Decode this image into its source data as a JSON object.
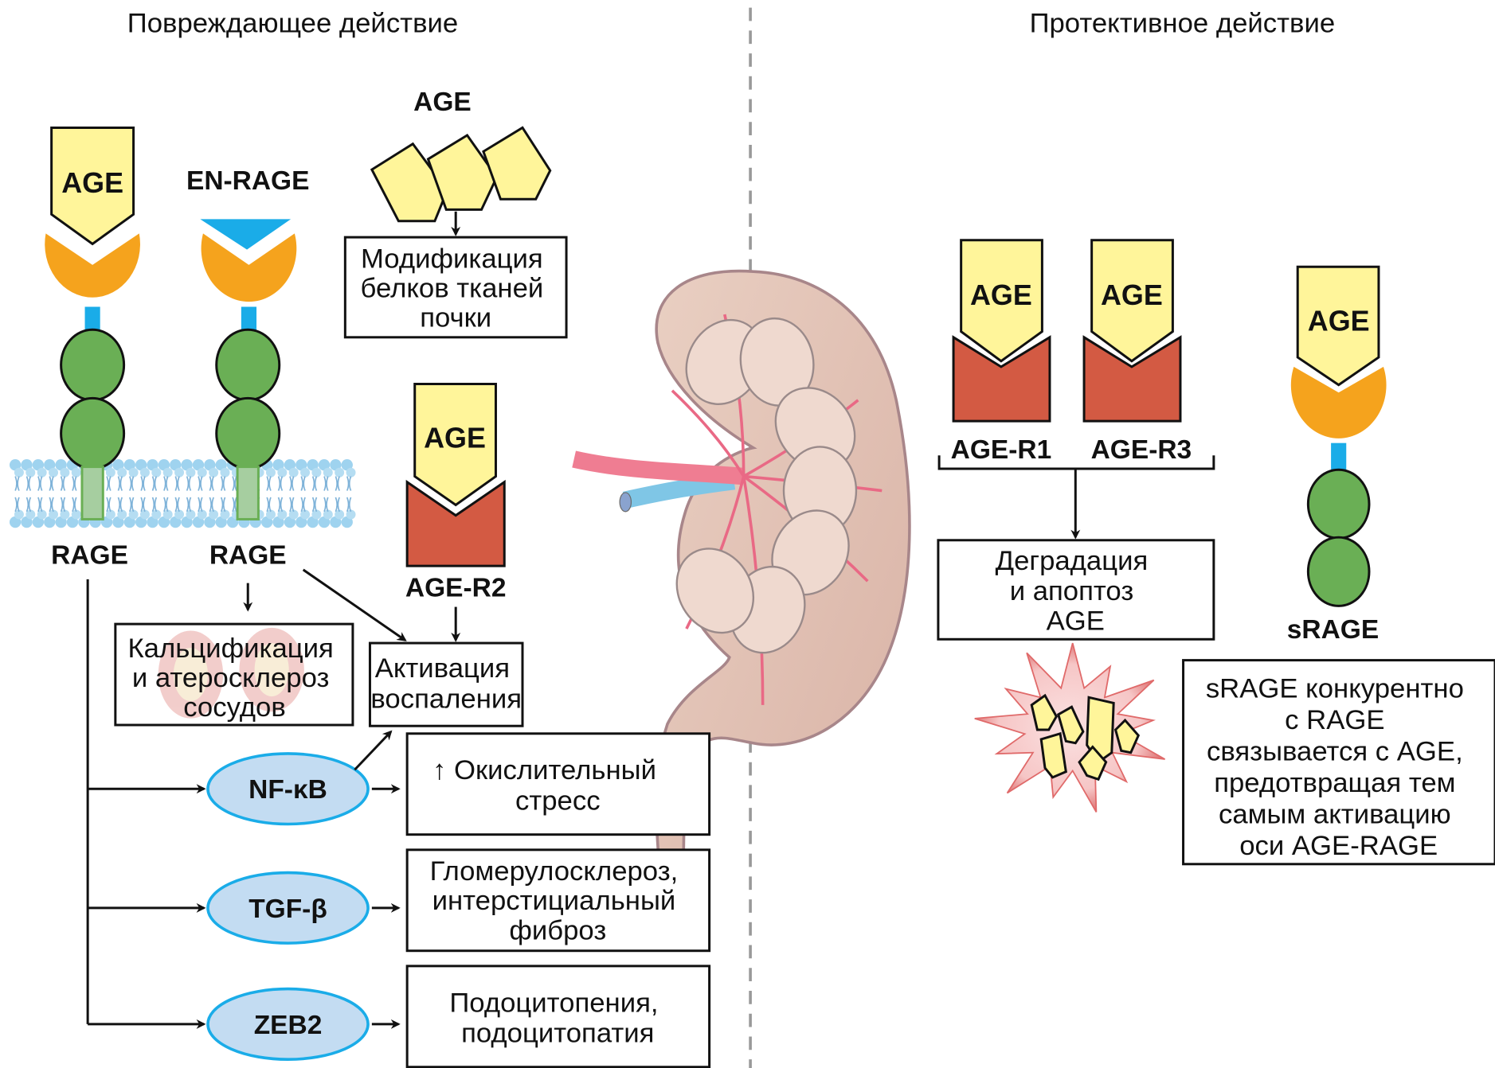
{
  "sections": {
    "damaging_title": "Повреждающее действие",
    "protective_title": "Протективное действие"
  },
  "molecules": {
    "age": "AGE",
    "en_rage": "EN-RAGE",
    "rage": "RAGE",
    "age_r1": "AGE-R1",
    "age_r2": "AGE-R2",
    "age_r3": "AGE-R3",
    "srage": "sRAGE"
  },
  "nodes": {
    "nfkb": "NF-κB",
    "tgfb": "TGF-β",
    "zeb2": "ZEB2"
  },
  "boxes": {
    "modification": [
      "Модификация",
      "белков тканей",
      "почки"
    ],
    "calcification": [
      "Кальцификация",
      "и атеросклероз",
      "сосудов"
    ],
    "inflammation": [
      "Активация",
      "воспаления"
    ],
    "oxidative": [
      "↑ Окислительный",
      "стресс"
    ],
    "glomerulo": [
      "Гломерулосклероз,",
      "интерстициальный",
      "фиброз"
    ],
    "podocyto": [
      "Подоцитопения,",
      "подоцитопатия"
    ],
    "degradation": [
      "Деградация",
      "и апоптоз",
      "AGE"
    ],
    "srage_note": [
      "sRAGE конкурентно",
      "с RAGE",
      "связывается с AGE,",
      "предотвращая тем",
      "самым активацию",
      "оси AGE-RAGE"
    ]
  },
  "colors": {
    "age_fill": "#fff59a",
    "ligand_binding_domain": "#f5a31d",
    "ig_domain": "#6aaf55",
    "linker": "#1aace8",
    "age_receptor": "#d35a43",
    "transcription_factor": "#c3dcf2",
    "divider": "#999999"
  }
}
